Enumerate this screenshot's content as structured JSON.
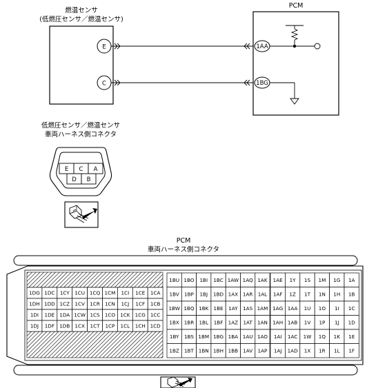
{
  "sensor": {
    "title_line1": "燃温センサ",
    "title_line2": "(低燃圧センサ／燃温センサ)",
    "pin_e": "E",
    "pin_c": "C"
  },
  "pcm": {
    "title": "PCM",
    "pin_1aa": "1AA",
    "pin_1bg": "1BG"
  },
  "sensor_connector": {
    "title_line1": "低燃圧センサ／燃温センサ",
    "title_line2": "車両ハーネス側コネクタ",
    "top_row": [
      "E",
      "C",
      "A"
    ],
    "bottom_row": [
      "D",
      "B"
    ]
  },
  "pcm_connector": {
    "title_line1": "PCM",
    "title_line2": "車両ハーネス側コネクタ",
    "left_block": [
      [
        "1DG",
        "1DC",
        "1CY",
        "1CU",
        "1CQ",
        "1CM",
        "1CI",
        "1CE",
        "1CA"
      ],
      [
        "1DH",
        "1DD",
        "1CZ",
        "1CV",
        "1CR",
        "1CN",
        "1CJ",
        "1CF",
        "1CB"
      ],
      [
        "1DI",
        "1DE",
        "1DA",
        "1CW",
        "1CS",
        "1CO",
        "1CK",
        "1CG",
        "1CC"
      ],
      [
        "1DJ",
        "1DF",
        "1DB",
        "1CX",
        "1CT",
        "1CP",
        "1CL",
        "1CH",
        "1CD"
      ]
    ],
    "mid_block": [
      [
        "1BU",
        "1BO",
        "1BI",
        "1BC",
        "1AW",
        "1AQ",
        "1AK"
      ],
      [
        "1BV",
        "1BP",
        "1BJ",
        "1BD",
        "1AX",
        "1AR",
        "1AL"
      ],
      [
        "1BW",
        "1BQ",
        "1BK",
        "1BE",
        "1AY",
        "1AS",
        "1AM"
      ],
      [
        "1BX",
        "1BR",
        "1BL",
        "1BF",
        "1AZ",
        "1AT",
        "1AN"
      ],
      [
        "1BY",
        "1BS",
        "1BM",
        "1BG",
        "1BA",
        "1AU",
        "1AO"
      ],
      [
        "1BZ",
        "1BT",
        "1BN",
        "1BH",
        "1BB",
        "1AV",
        "1AP"
      ]
    ],
    "right_block": [
      [
        "1AE",
        "1Y",
        "1S",
        "1M",
        "1G",
        "1A"
      ],
      [
        "1AF",
        "1Z",
        "1T",
        "1N",
        "1H",
        "1B"
      ],
      [
        "1AG",
        "1AA",
        "1U",
        "1O",
        "1I",
        "1C"
      ],
      [
        "1AH",
        "1AB",
        "1V",
        "1P",
        "1J",
        "1D"
      ],
      [
        "1AI",
        "1AC",
        "1W",
        "1Q",
        "1K",
        "1E"
      ],
      [
        "1AJ",
        "1AD",
        "1X",
        "1R",
        "1L",
        "1F"
      ]
    ]
  }
}
